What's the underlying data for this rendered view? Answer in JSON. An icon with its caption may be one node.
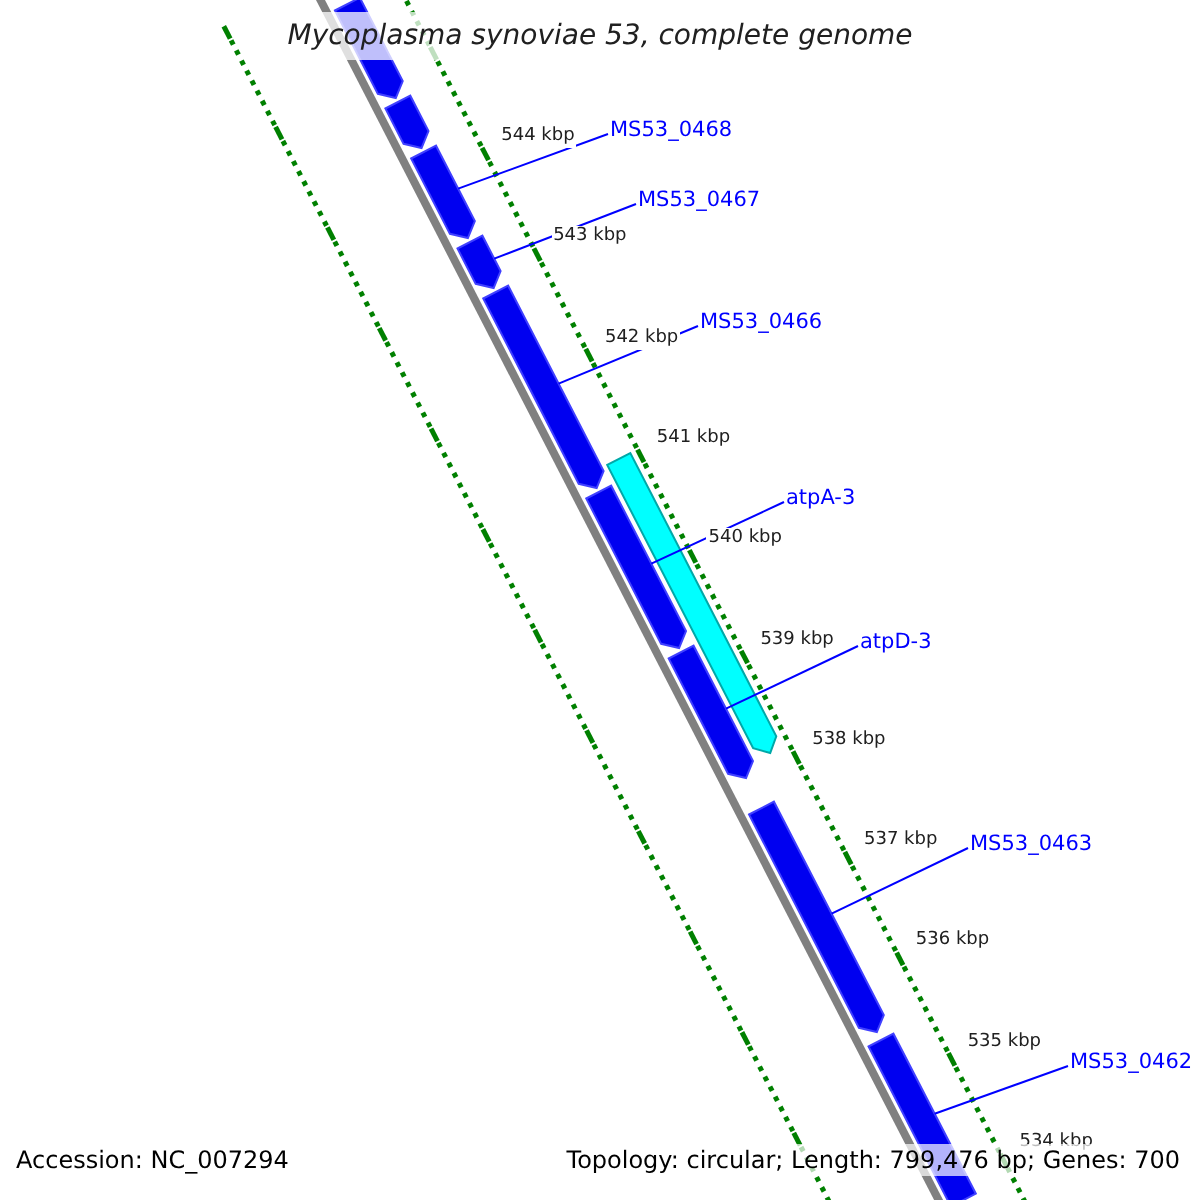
{
  "diagram": {
    "title": "Mycoplasma synoviae 53, complete genome",
    "nodes": [
      {
        "text": [
          "MS53_0468"
        ]
      },
      {
        "text": [
          "MS53_0467"
        ]
      },
      {
        "text": [
          "MS53_0466"
        ]
      },
      {
        "text": [
          "atpA-3"
        ]
      },
      {
        "text": [
          "atpD-3"
        ]
      },
      {
        "text": [
          "MS53_0463"
        ]
      },
      {
        "text": [
          "MS53_0462"
        ]
      },
      {
        "text": [],
        "shape": "bar"
      },
      {
        "text": [],
        "shape": "bar"
      },
      {
        "text": [],
        "shape": "bar"
      },
      {
        "text": [],
        "shape": "bar"
      },
      {
        "text": [],
        "shape": "bar"
      },
      {
        "text": [],
        "shape": "bar"
      },
      {
        "text": [],
        "shape": "bar"
      },
      {
        "text": [],
        "shape": "bar"
      },
      {
        "text": [],
        "shape": "bar"
      },
      {
        "text": [],
        "shape": "bar"
      }
    ],
    "edges": [
      {
        "from": 0,
        "to": 9,
        "arrow": "none"
      },
      {
        "from": 1,
        "to": 10,
        "arrow": "none"
      },
      {
        "from": 2,
        "to": 11,
        "arrow": "none"
      },
      {
        "from": 3,
        "to": 13,
        "arrow": "none"
      },
      {
        "from": 4,
        "to": 14,
        "arrow": "none"
      },
      {
        "from": 5,
        "to": 15,
        "arrow": "none"
      },
      {
        "from": 6,
        "to": 16,
        "arrow": "none"
      }
    ],
    "labels": [
      "544 kbp",
      "543 kbp",
      "542 kbp",
      "541 kbp",
      "540 kbp",
      "539 kbp",
      "538 kbp",
      "537 kbp",
      "536 kbp",
      "535 kbp",
      "534 kbp",
      "Accession: NC_007294",
      "Topology: circular; Length: 799,476 bp; Genes: 700"
    ]
  }
}
